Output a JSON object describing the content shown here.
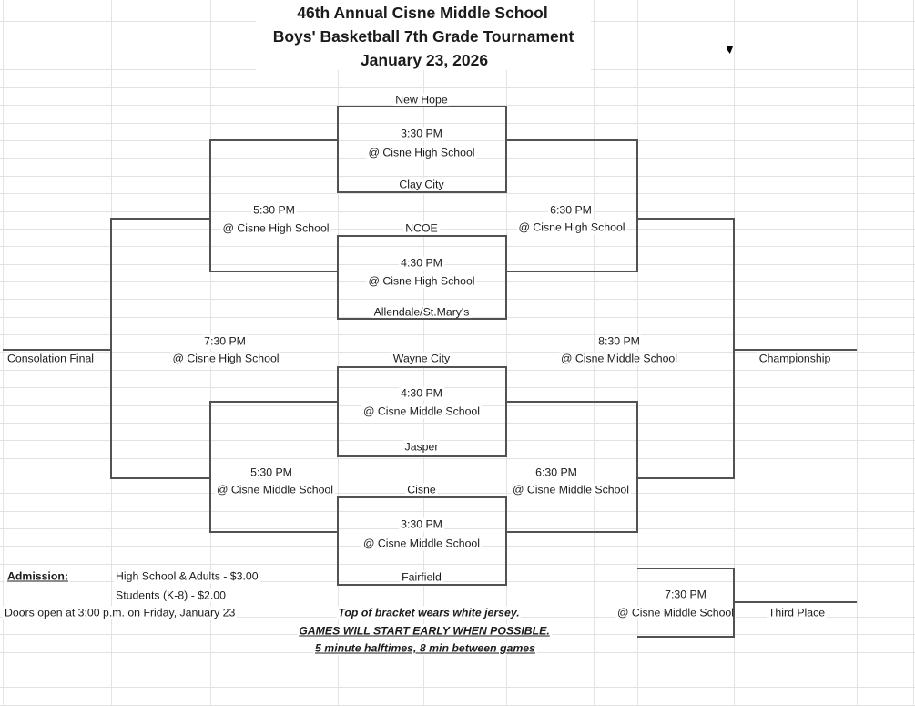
{
  "title": {
    "line1": "46th Annual Cisne Middle School",
    "line2": "Boys' Basketball 7th Grade Tournament",
    "line3": "January 23, 2026"
  },
  "bracket": {
    "games": [
      {
        "top_team": "New Hope",
        "bottom_team": "Clay City",
        "time": "3:30 PM",
        "venue": "@ Cisne High School"
      },
      {
        "top_team": "NCOE",
        "bottom_team": "Allendale/St.Mary's",
        "time": "4:30 PM",
        "venue": "@ Cisne High School"
      },
      {
        "top_team": "Wayne City",
        "bottom_team": "Jasper",
        "time": "4:30 PM",
        "venue": "@ Cisne Middle School"
      },
      {
        "top_team": "Cisne",
        "bottom_team": "Fairfield",
        "time": "3:30 PM",
        "venue": "@ Cisne Middle School"
      }
    ],
    "consolation_semis": [
      {
        "time": "5:30 PM",
        "venue": "@ Cisne High School"
      },
      {
        "time": "5:30 PM",
        "venue": "@ Cisne Middle School"
      }
    ],
    "winner_semis": [
      {
        "time": "6:30 PM",
        "venue": "@ Cisne High School"
      },
      {
        "time": "6:30 PM",
        "venue": "@ Cisne Middle School"
      }
    ],
    "consolation_final": {
      "label": "Consolation Final",
      "time": "7:30 PM",
      "venue": "@ Cisne High School"
    },
    "championship": {
      "label": "Championship",
      "time": "8:30 PM",
      "venue": "@ Cisne Middle School"
    },
    "third_place": {
      "label": "Third Place",
      "time": "7:30 PM",
      "venue": "@ Cisne Middle School"
    }
  },
  "admission": {
    "heading": "Admission:",
    "adults": "High School & Adults - $3.00",
    "students": "Students (K-8) - $2.00",
    "doors": "Doors open at 3:00 p.m. on Friday, January 23"
  },
  "notes": {
    "jersey": "Top of bracket wears white jersey.",
    "early": "GAMES WILL START EARLY WHEN POSSIBLE.",
    "halftimes": "5 minute halftimes, 8 min between games"
  },
  "colors": {
    "bracket_line": "#525252",
    "grid_line": "#e3e3e3",
    "text": "#1b1b1b"
  }
}
